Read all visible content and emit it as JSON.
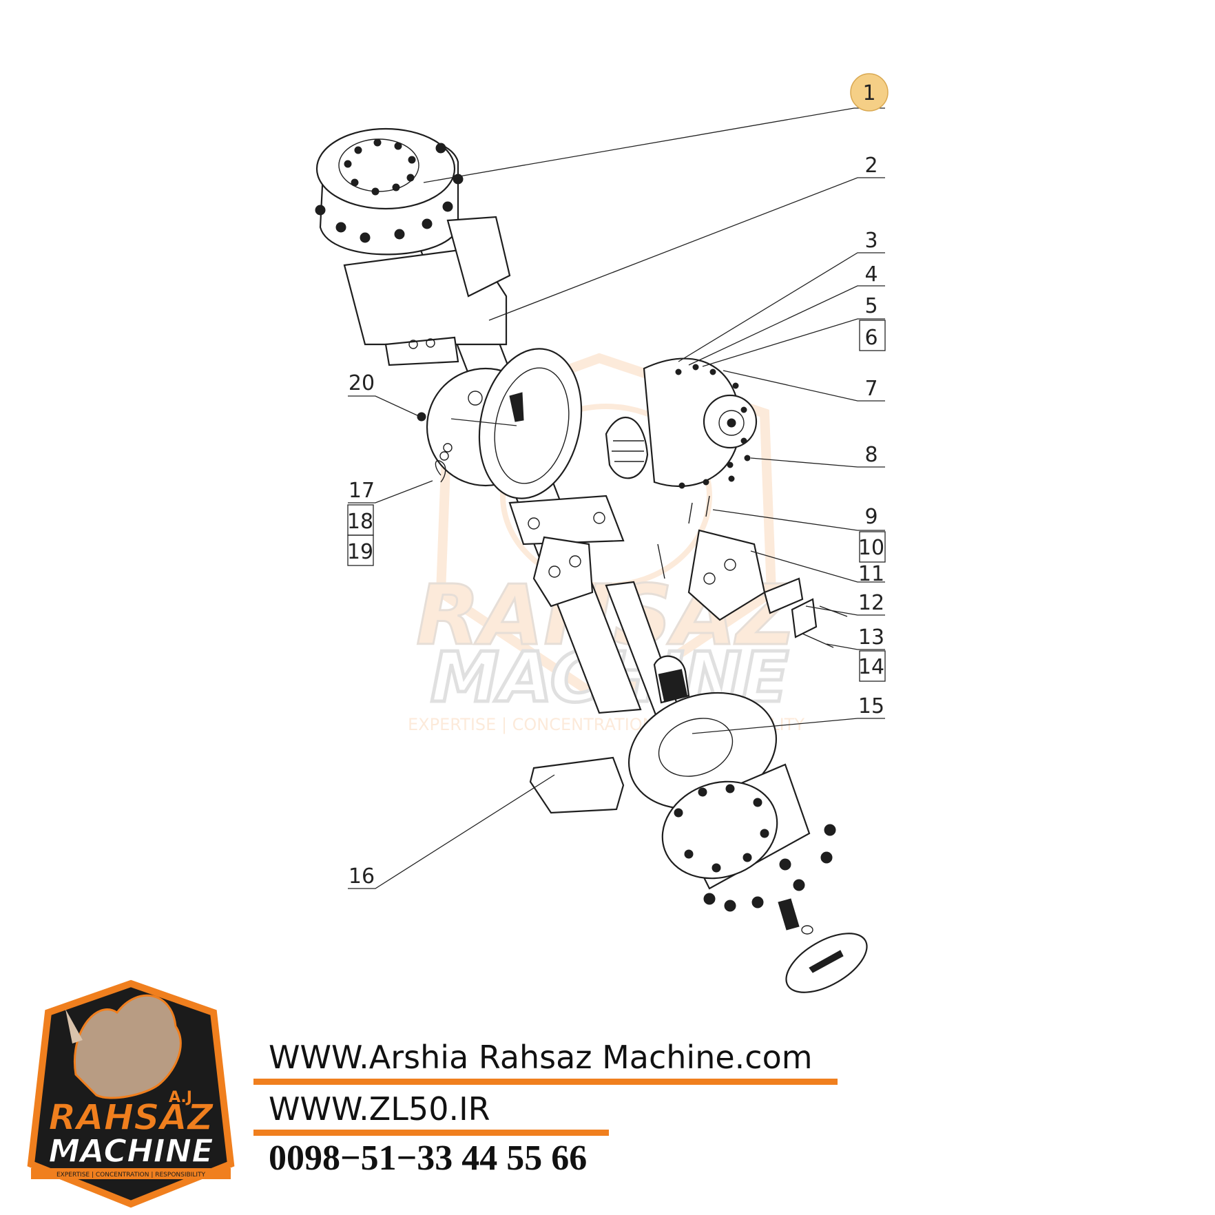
{
  "diagram": {
    "callouts": [
      {
        "n": "1",
        "highlighted": true
      },
      {
        "n": "2"
      },
      {
        "n": "3"
      },
      {
        "n": "4"
      },
      {
        "n": "5"
      },
      {
        "n": "6",
        "boxed": true
      },
      {
        "n": "7"
      },
      {
        "n": "8"
      },
      {
        "n": "9"
      },
      {
        "n": "10",
        "boxed": true
      },
      {
        "n": "11"
      },
      {
        "n": "12"
      },
      {
        "n": "13"
      },
      {
        "n": "14",
        "boxed": true
      },
      {
        "n": "15"
      },
      {
        "n": "16"
      },
      {
        "n": "17"
      },
      {
        "n": "18",
        "boxed": true
      },
      {
        "n": "19",
        "boxed": true
      },
      {
        "n": "20"
      }
    ],
    "highlight_color": "#f5cf86"
  },
  "watermark": {
    "line1": "RAHSAZ",
    "line2": "MACHINE",
    "tagline": "EXPERTISE | CONCENTRATION | RESPONSIBILITY"
  },
  "logo": {
    "initials": "A.J",
    "line1": "RAHSAZ",
    "line2": "MACHINE",
    "tagline": "EXPERTISE | CONCENTRATION | RESPONSIBILITY",
    "accent": "#f07f1e",
    "dark": "#1b1b1b",
    "icon": "rhino-head-icon"
  },
  "contact": {
    "website1": "WWW.Arshia Rahsaz Machine.com",
    "website2": "WWW.ZL50.IR",
    "phone": "0098−51−33 44 55 66",
    "rule_color": "#f07f1e"
  }
}
